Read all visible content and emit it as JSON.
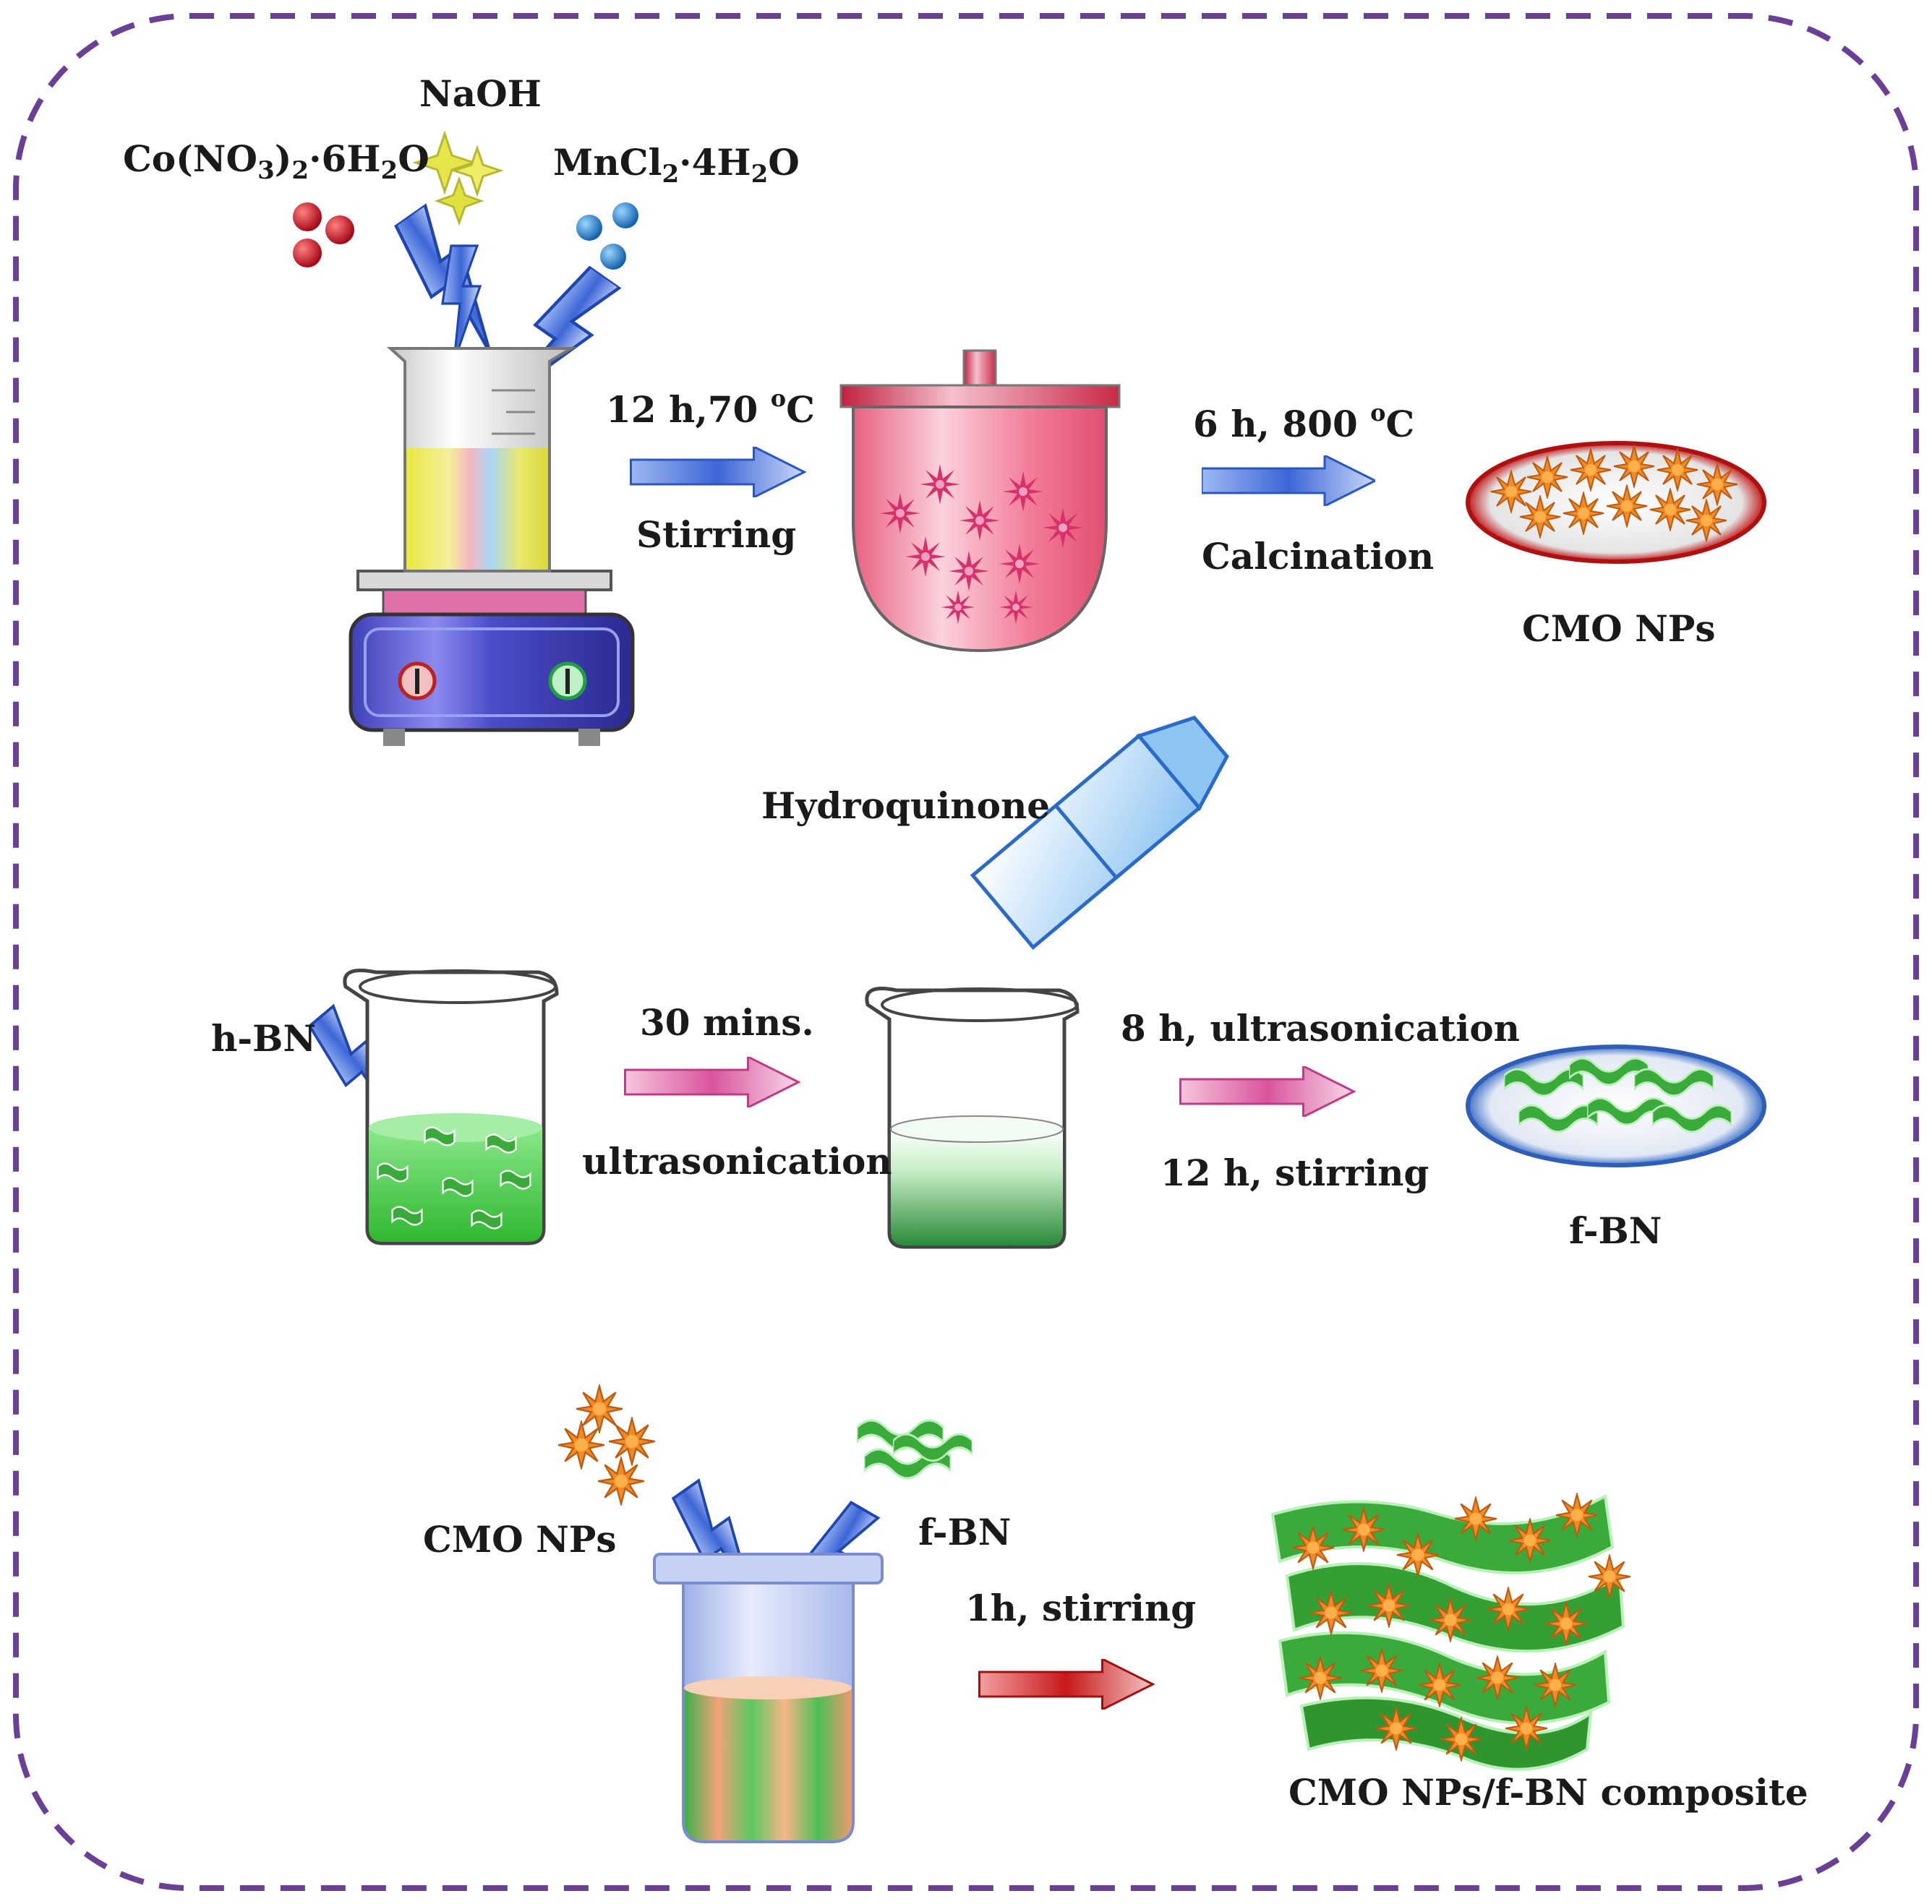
{
  "reagents": {
    "naoh": "NaOH",
    "cobalt_nitrate": "Co(NO3)2·6H2O",
    "manganese_chloride": "MnCl2·4H2O"
  },
  "step1": {
    "condition": "12 h,70 °C",
    "action": "Stirring"
  },
  "step2": {
    "condition": "6 h, 800 °C",
    "action": "Calcination",
    "product": "CMO NPs"
  },
  "step3": {
    "reagent": "Hydroquinone",
    "start": "h-BN",
    "condition": "30 mins.",
    "action": "ultrasonication"
  },
  "step4": {
    "condition1": "8 h, ultrasonication",
    "condition2": "12 h, stirring",
    "product": "f-BN"
  },
  "step5": {
    "input1": "CMO NPs",
    "input2": "f-BN",
    "condition": "1h, stirring",
    "product": "CMO NPs/f-BN composite"
  },
  "colors": {
    "frame": "#6a3f96",
    "cobalt_ion": "#c8141e",
    "manganese_ion": "#1f7fd0",
    "naoh_crystal": "#e6e64a",
    "arrow_blue": "#4a7fe0",
    "arrow_pink": "#e07ab0",
    "arrow_red": "#d02828",
    "cmo_particle": "#f08a24",
    "fbn_sheet": "#3aaa3a"
  }
}
